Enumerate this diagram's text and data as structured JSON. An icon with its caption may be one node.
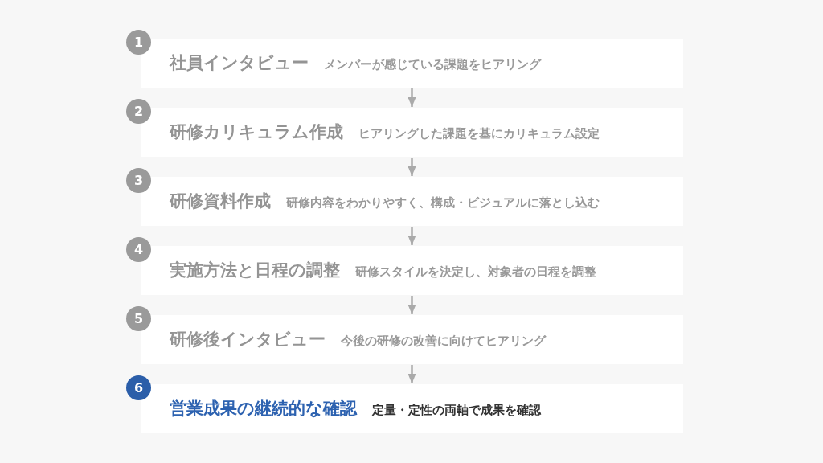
{
  "diagram": {
    "nodes": [
      {
        "text": [
          "1"
        ]
      },
      {
        "text": [
          "社員インタビュー",
          "メンバーが感じている課題をヒアリング"
        ]
      },
      {
        "text": [
          "2"
        ]
      },
      {
        "text": [
          "研修カリキュラム作成",
          "ヒアリングした課題を基にカリキュラム設定"
        ]
      },
      {
        "text": [
          "3"
        ]
      },
      {
        "text": [
          "研修資料作成",
          "研修内容をわかりやすく、構成・ビジュアルに落とし込む"
        ]
      },
      {
        "text": [
          "4"
        ]
      },
      {
        "text": [
          "実施方法と日程の調整",
          "研修スタイルを決定し、対象者の日程を調整"
        ]
      },
      {
        "text": [
          "5"
        ]
      },
      {
        "text": [
          "研修後インタビュー",
          "今後の研修の改善に向けてヒアリング"
        ]
      },
      {
        "text": [
          "6"
        ]
      },
      {
        "text": [
          "営業成果の継続的な確認",
          "定量・定性の両軸で成果を確認"
        ]
      }
    ],
    "edges": [
      {
        "from": 1,
        "to": 3,
        "arrow": "to"
      },
      {
        "from": 3,
        "to": 5,
        "arrow": "to"
      },
      {
        "from": 5,
        "to": 7,
        "arrow": "to"
      },
      {
        "from": 7,
        "to": 9,
        "arrow": "to"
      },
      {
        "from": 9,
        "to": 11,
        "arrow": "to"
      }
    ]
  }
}
